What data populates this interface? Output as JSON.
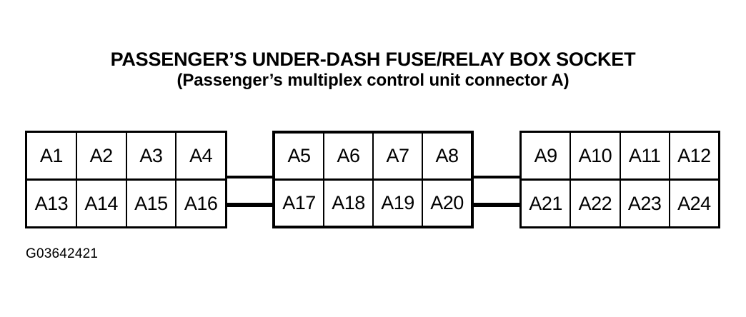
{
  "title": {
    "line1": "PASSENGER’S UNDER-DASH FUSE/RELAY BOX SOCKET",
    "line2": "(Passenger’s multiplex control unit connector A)"
  },
  "reference_code": "G03642421",
  "colors": {
    "ink": "#000000",
    "background": "#ffffff"
  },
  "diagram": {
    "type": "connector-pinout",
    "blocks": [
      {
        "name": "block-left",
        "rows": [
          [
            "A1",
            "A2",
            "A3",
            "A4"
          ],
          [
            "A13",
            "A14",
            "A15",
            "A16"
          ]
        ]
      },
      {
        "name": "block-middle",
        "rows": [
          [
            "A5",
            "A6",
            "A7",
            "A8"
          ],
          [
            "A17",
            "A18",
            "A19",
            "A20"
          ]
        ]
      },
      {
        "name": "block-right",
        "rows": [
          [
            "A9",
            "A10",
            "A11",
            "A12"
          ],
          [
            "A21",
            "A22",
            "A23",
            "A24"
          ]
        ]
      }
    ]
  }
}
